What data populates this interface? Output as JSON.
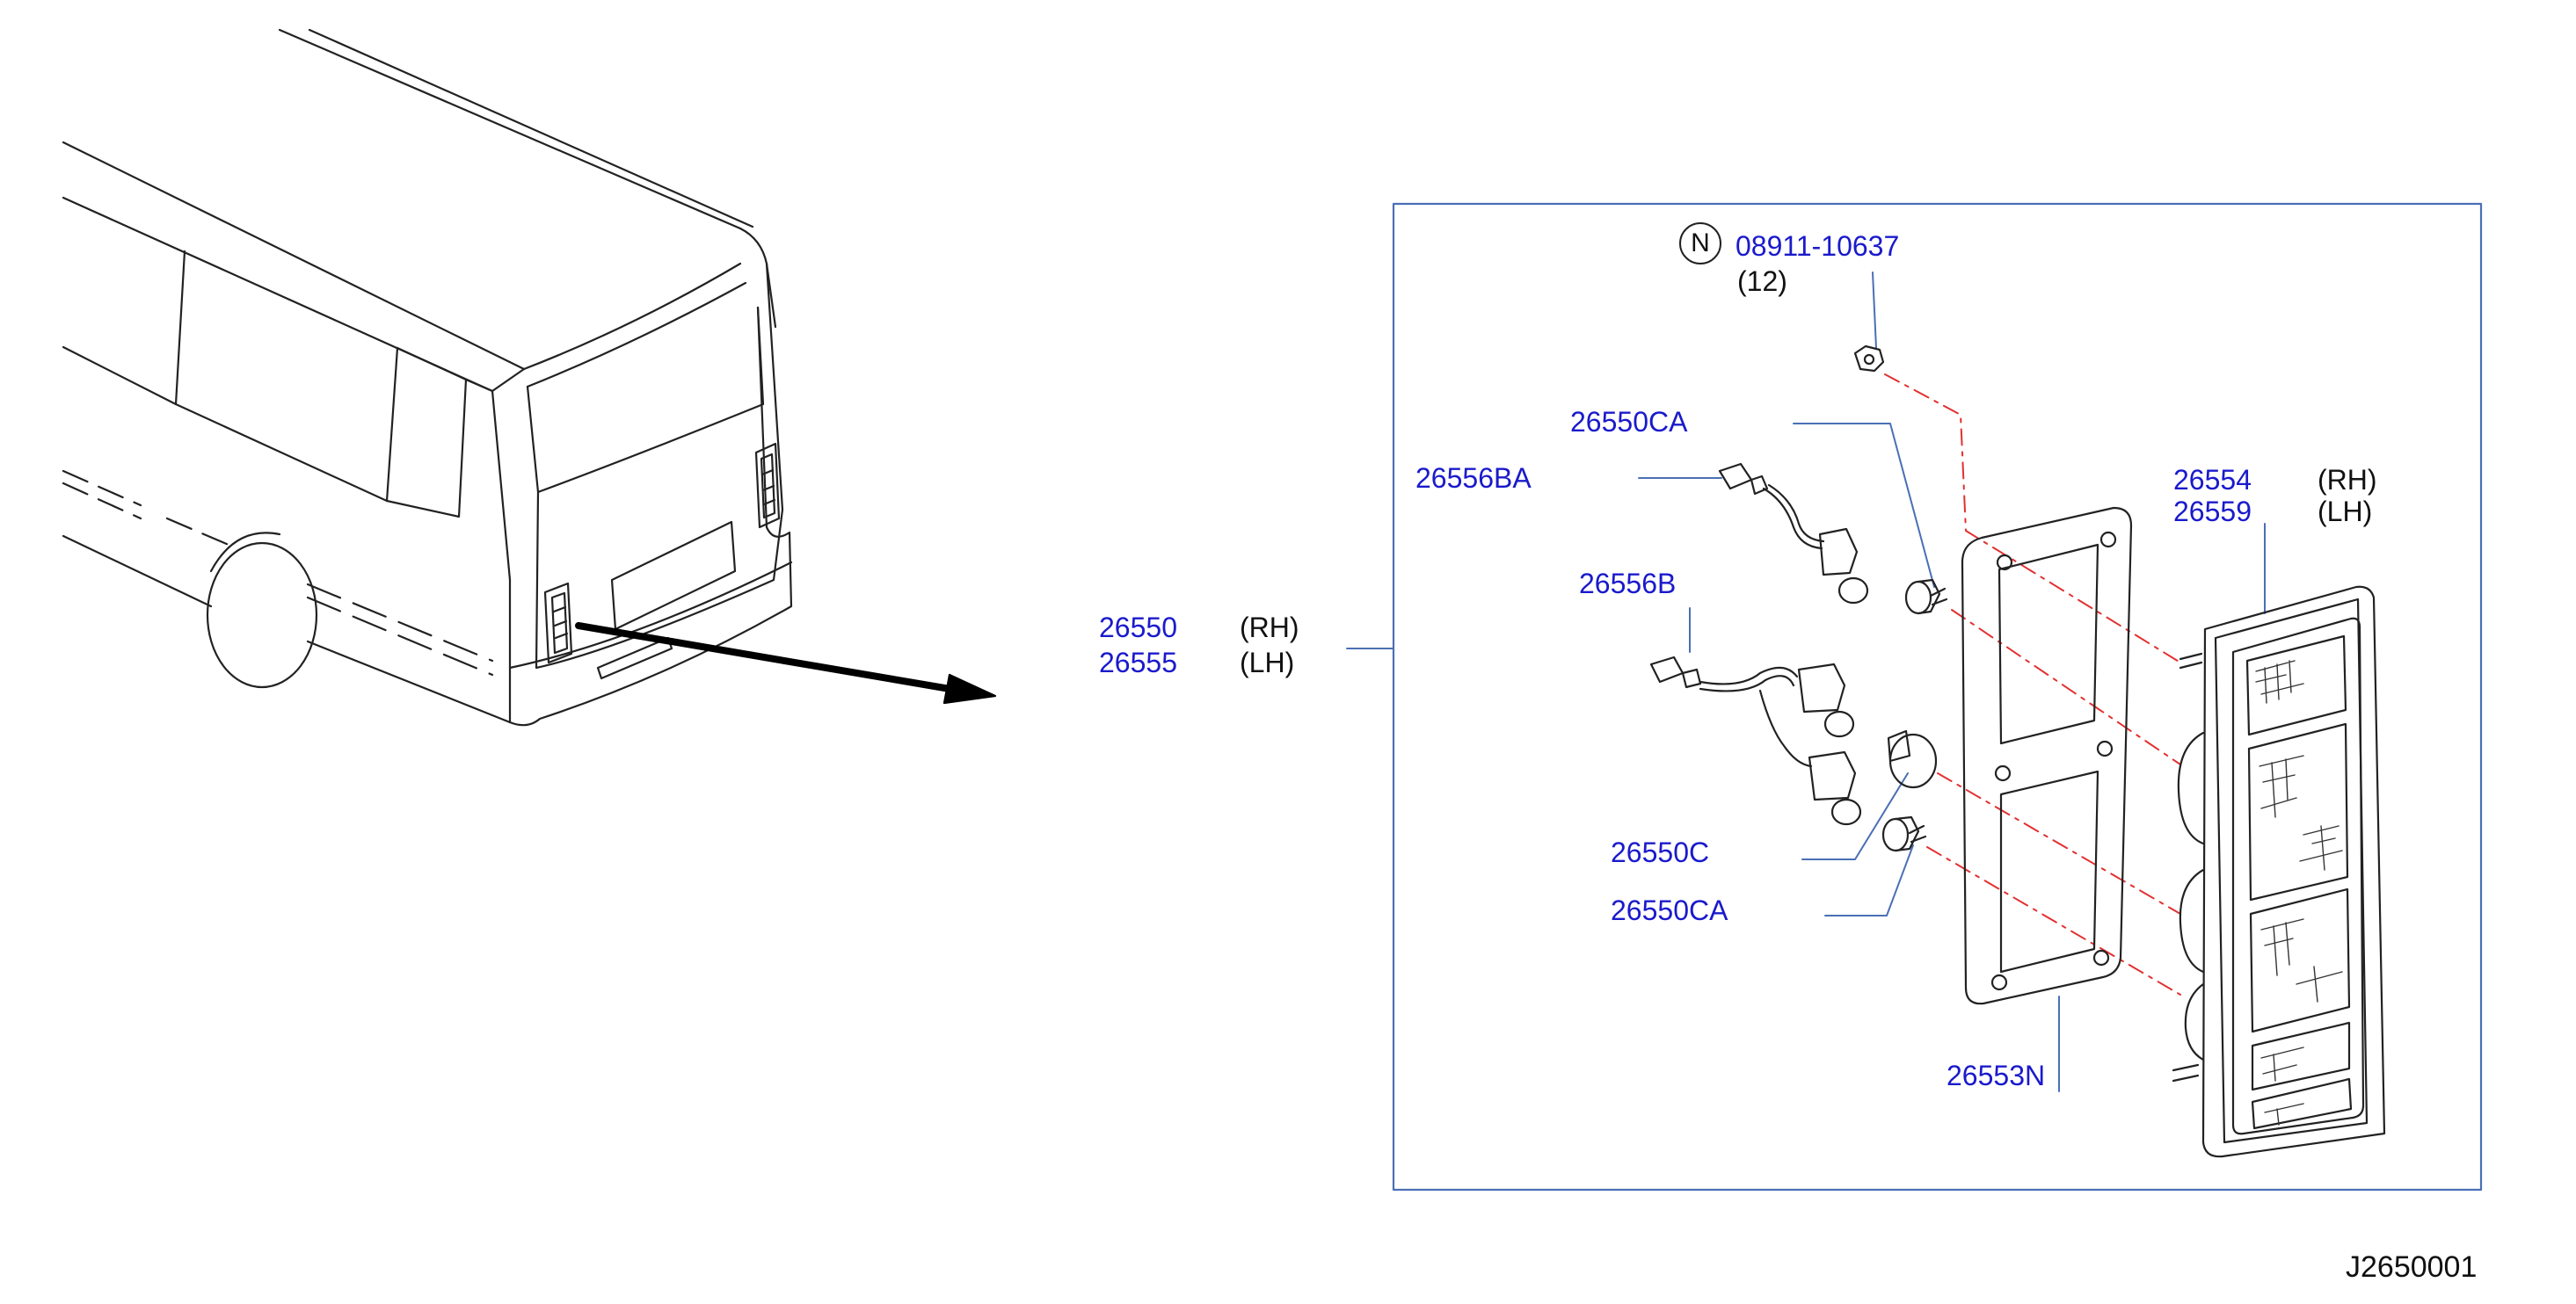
{
  "colors": {
    "part_number": "#1a1acc",
    "leader": "#4a6fb5",
    "outline": "#222222",
    "centerline": "#e23030"
  },
  "diagram": {
    "id_code": "J2650001",
    "assembly": {
      "rh": {
        "part": "26550",
        "side": "(RH)"
      },
      "lh": {
        "part": "26555",
        "side": "(LH)"
      }
    },
    "nut": {
      "badge": "N",
      "part": "08911-10637",
      "qty": "(12)"
    },
    "parts": {
      "socket_ca_top": "26550CA",
      "harness_ba": "26556BA",
      "harness_b": "26556B",
      "bulb_c": "26550C",
      "socket_ca_bottom": "26550CA",
      "gasket": "26553N"
    },
    "lens": {
      "rh": {
        "part": "26554",
        "side": "(RH)"
      },
      "lh": {
        "part": "26559",
        "side": "(LH)"
      }
    }
  },
  "icons": {
    "nut": "hex-nut-icon",
    "bulb": "bulb-icon",
    "socket": "bulb-socket-icon",
    "connector": "connector-icon"
  }
}
